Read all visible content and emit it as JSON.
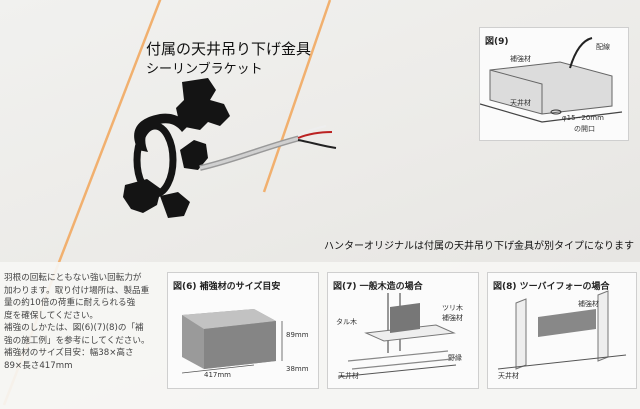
{
  "caption_top": {
    "line1": "付属の天井吊り下げ金具",
    "line2": "シーリンブラケット"
  },
  "caption_mid": "ハンターオリジナルは付属の天井吊り下げ金具が別タイプになります",
  "fig9": {
    "title": "図(9)",
    "labels": {
      "reinforcement": "補強材",
      "wiring": "配線",
      "ceiling": "天井材",
      "hole_size": "φ15~20mm",
      "hole_name": "の開口"
    }
  },
  "fig6": {
    "title": "図(6) 補強材のサイズ目安",
    "dims": {
      "height": "89mm",
      "length": "417mm",
      "width": "38mm"
    }
  },
  "fig7": {
    "title": "図(7) 一般木造の場合",
    "labels": {
      "tsuri": "ツリ木",
      "reinforcement": "補強材",
      "taru": "タル木",
      "nodaibuchi": "野縁",
      "ceiling": "天井材"
    }
  },
  "fig8": {
    "title": "図(8) ツーバイフォーの場合",
    "labels": {
      "reinforcement": "補強材",
      "ceiling": "天井材"
    }
  },
  "body_lines": [
    "羽根の回転にともない強い回転力が",
    "加わります。取り付け場所は、製品重",
    "量の約10倍の荷重に耐えられる強",
    "度を確保してください。",
    "補強のしかたは、図(6)(7)(8)の「補",
    "強の施工例」を参考にしてください。",
    "補強材のサイズ目安：幅38×高さ",
    "89×長さ417mm"
  ],
  "colors": {
    "orange_line": "#f2a65a",
    "bracket": "#111111"
  },
  "icons": [
    "ceiling-bracket",
    "wire-cable"
  ]
}
